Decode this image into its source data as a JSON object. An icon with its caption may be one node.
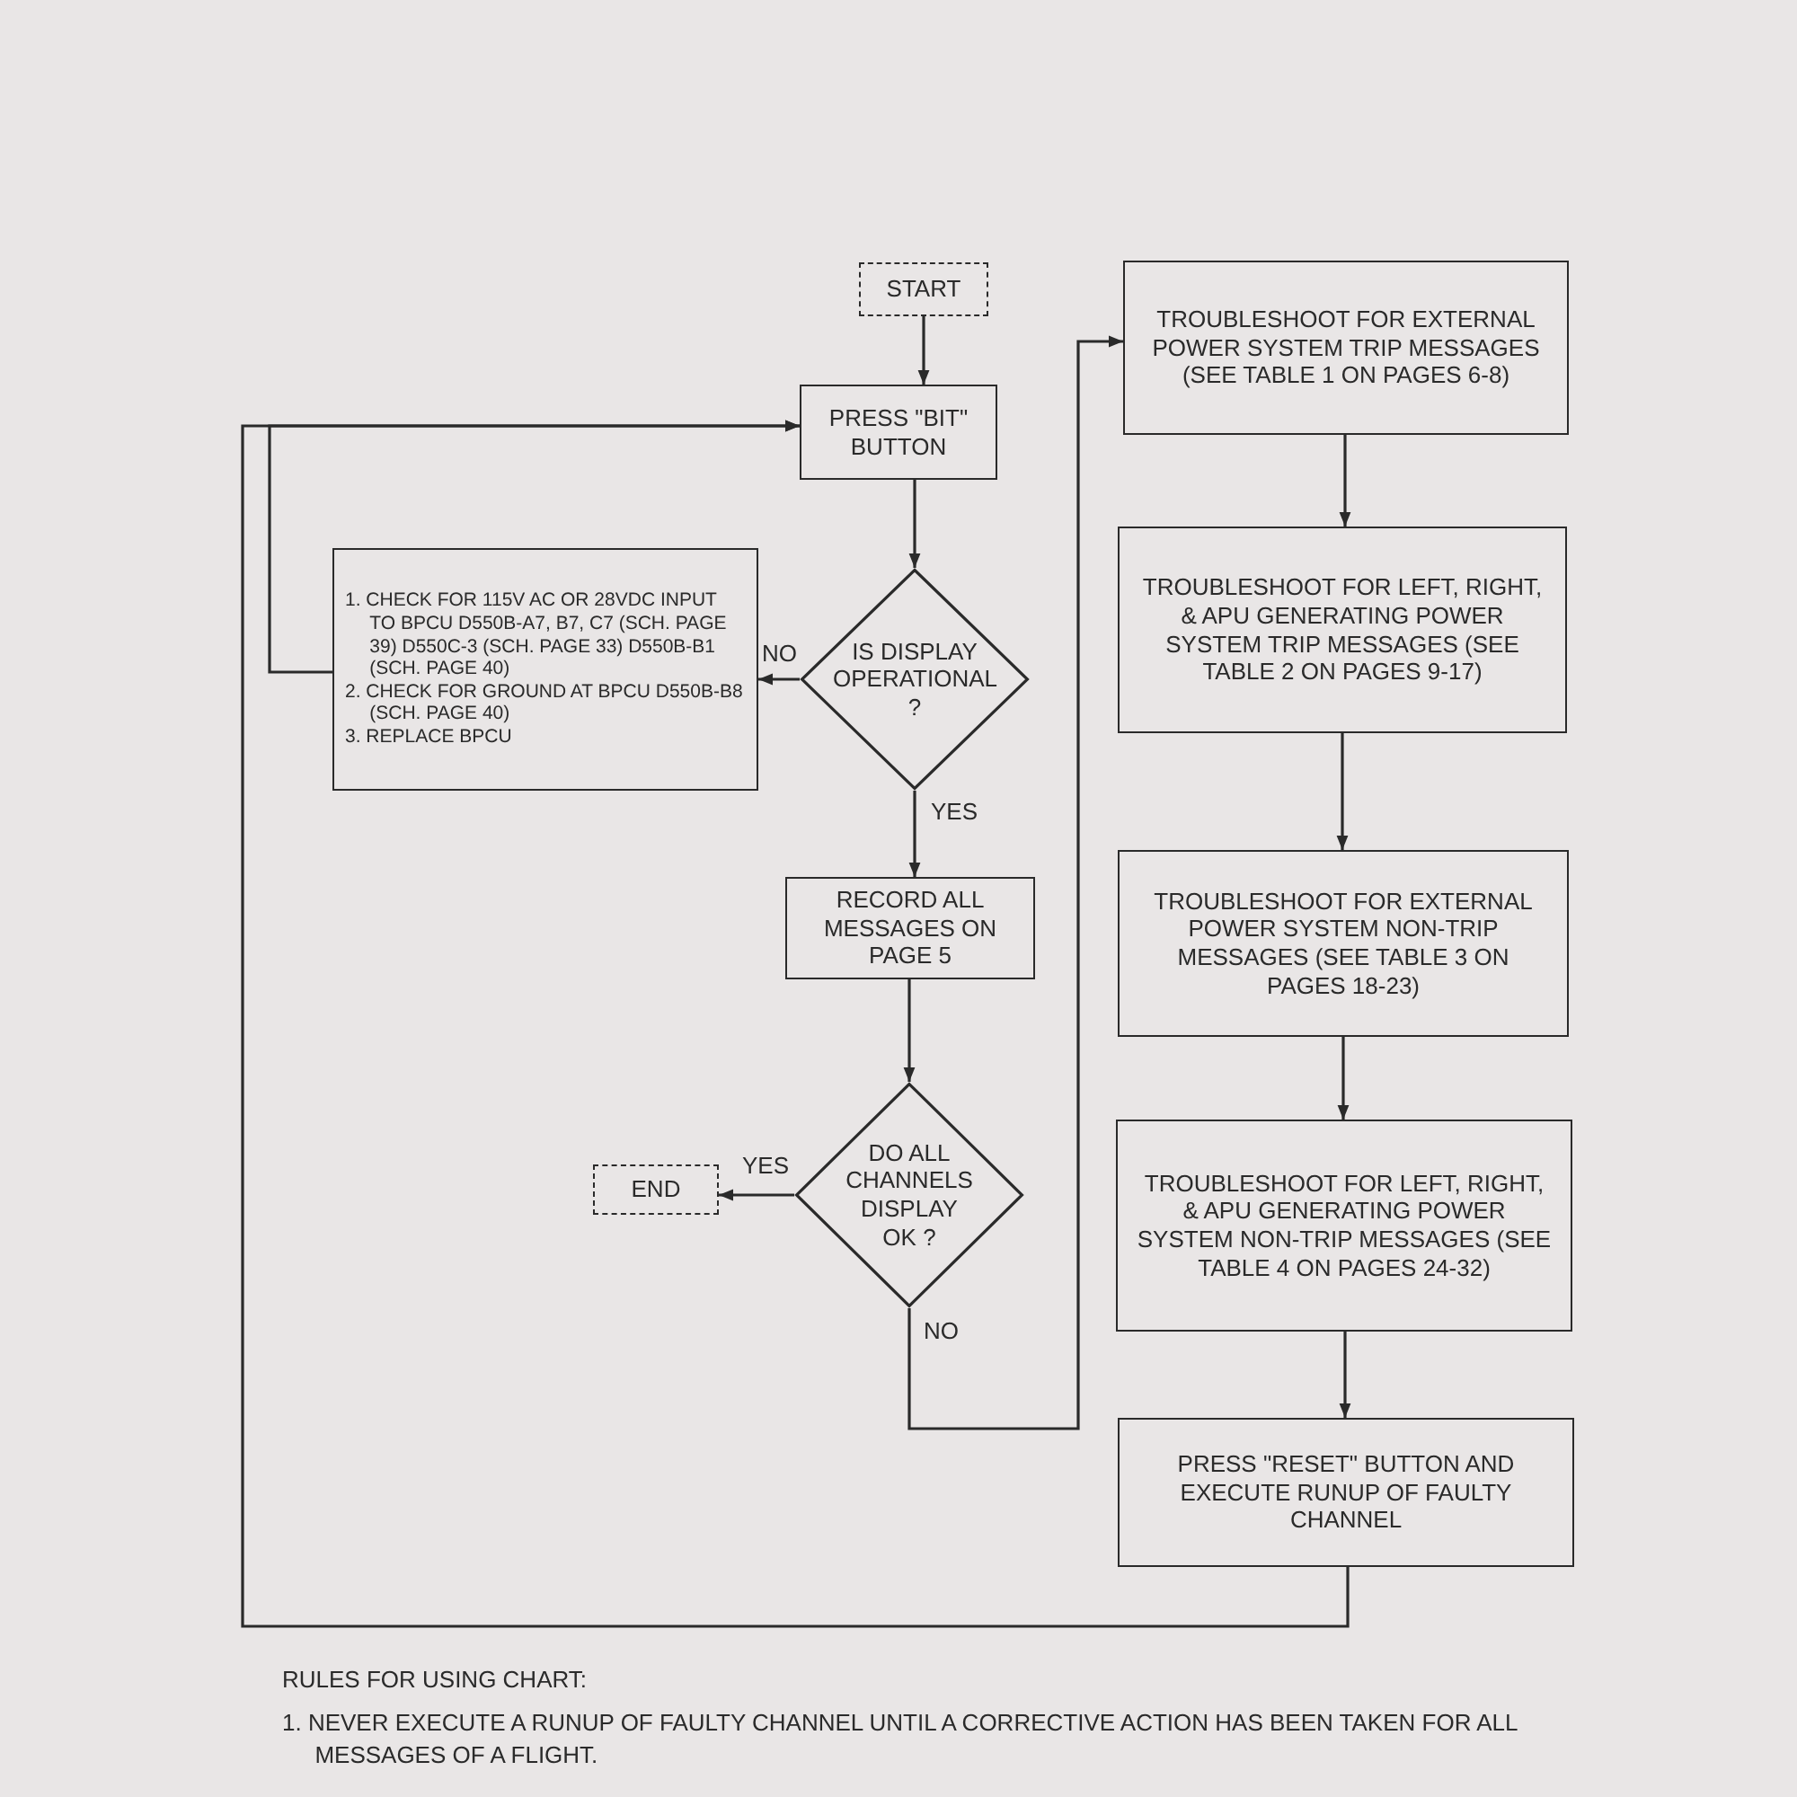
{
  "diagram": {
    "nodes": [
      {
        "text": [
          "START"
        ]
      },
      {
        "text": [
          "PRESS \"BIT\" BUTTON"
        ]
      },
      {
        "text": [
          "IS DISPLAY OPERATIONAL ?"
        ]
      },
      {
        "text": [
          "1. CHECK FOR 115V AC OR 28VDC INPUT TO BPCU D550B-A7, B7, C7 (SCH. PAGE 39) D550C-3 (SCH. PAGE 33) D550B-B1 (SCH. PAGE 40)",
          "2. CHECK FOR GROUND AT BPCU D550B-B8 (SCH. PAGE 40)",
          "3. REPLACE BPCU"
        ]
      },
      {
        "text": [
          "RECORD ALL MESSAGES ON PAGE 5"
        ]
      },
      {
        "text": [
          "DO ALL CHANNELS DISPLAY OK ?"
        ]
      },
      {
        "text": [
          "END"
        ]
      },
      {
        "text": [
          "TROUBLESHOOT FOR EXTERNAL POWER SYSTEM TRIP MESSAGES (SEE TABLE 1 ON PAGES 6-8)"
        ]
      },
      {
        "text": [
          "TROUBLESHOOT FOR LEFT, RIGHT, & APU GENERATING POWER SYSTEM TRIP MESSAGES (SEE TABLE 2 ON PAGES 9-17)"
        ]
      },
      {
        "text": [
          "TROUBLESHOOT FOR EXTERNAL POWER SYSTEM NON-TRIP MESSAGES (SEE TABLE 3 ON PAGES 18-23)"
        ]
      },
      {
        "text": [
          "TROUBLESHOOT FOR LEFT, RIGHT, & APU GENERATING POWER SYSTEM NON-TRIP MESSAGES (SEE TABLE 4 ON PAGES 24-32)"
        ]
      },
      {
        "text": [
          "PRESS \"RESET\" BUTTON AND EXECUTE RUNUP OF FAULTY CHANNEL"
        ]
      }
    ],
    "edges": [
      {
        "from": 0,
        "to": 1,
        "arrow": "to"
      },
      {
        "from": 1,
        "to": 2,
        "arrow": "to"
      },
      {
        "from": 2,
        "to": 3,
        "arrow": "to",
        "label": "NO"
      },
      {
        "from": 2,
        "to": 4,
        "arrow": "to",
        "label": "YES"
      },
      {
        "from": 4,
        "to": 5,
        "arrow": "to"
      },
      {
        "from": 5,
        "to": 6,
        "arrow": "to",
        "label": "YES"
      },
      {
        "from": 5,
        "to": 7,
        "arrow": "to",
        "label": "NO"
      },
      {
        "from": 7,
        "to": 8,
        "arrow": "to"
      },
      {
        "from": 8,
        "to": 9,
        "arrow": "to"
      },
      {
        "from": 9,
        "to": 10,
        "arrow": "to"
      },
      {
        "from": 10,
        "to": 11,
        "arrow": "to"
      },
      {
        "from": 11,
        "to": 1,
        "arrow": "to"
      },
      {
        "from": 3,
        "to": 1,
        "arrow": "to"
      }
    ],
    "labels": [
      "RULES FOR USING CHART:",
      "1. NEVER EXECUTE A RUNUP OF FAULTY CHANNEL UNTIL A CORRECTIVE ACTION HAS BEEN TAKEN FOR ALL MESSAGES OF A FLIGHT."
    ]
  }
}
